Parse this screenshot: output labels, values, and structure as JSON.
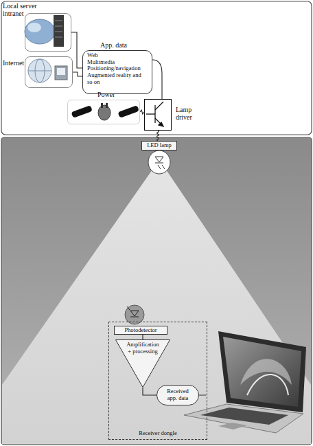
{
  "diagram": {
    "nodes": [
      {
        "text": [
          "Local server intranet"
        ]
      },
      {
        "text": [
          "Internet"
        ]
      },
      {
        "text": [
          "App. data",
          "Web",
          "Multimedia",
          "Positioning/navigation",
          "Augmented reality and so on"
        ]
      },
      {
        "text": [
          "Power"
        ]
      },
      {
        "text": [
          "Lamp driver"
        ]
      },
      {
        "text": [
          "LED lamp"
        ]
      },
      {
        "text": [
          "Receiver dongle"
        ]
      },
      {
        "text": [
          "Photodetector"
        ],
        "in": 6
      },
      {
        "text": [
          "Amplification + processing"
        ],
        "in": 6
      },
      {
        "text": [
          "Received app. data"
        ],
        "in": 6
      }
    ],
    "edges": [
      {
        "from": 0,
        "to": 2,
        "arrow": "none"
      },
      {
        "from": 1,
        "to": 2,
        "arrow": "none"
      },
      {
        "from": 2,
        "to": 4,
        "arrow": "none"
      },
      {
        "from": 3,
        "to": 4,
        "arrow": "none"
      },
      {
        "from": 4,
        "to": 5,
        "arrow": "none"
      },
      {
        "from": 7,
        "to": 8,
        "arrow": "none"
      },
      {
        "from": 8,
        "to": 9,
        "arrow": "none"
      }
    ]
  }
}
